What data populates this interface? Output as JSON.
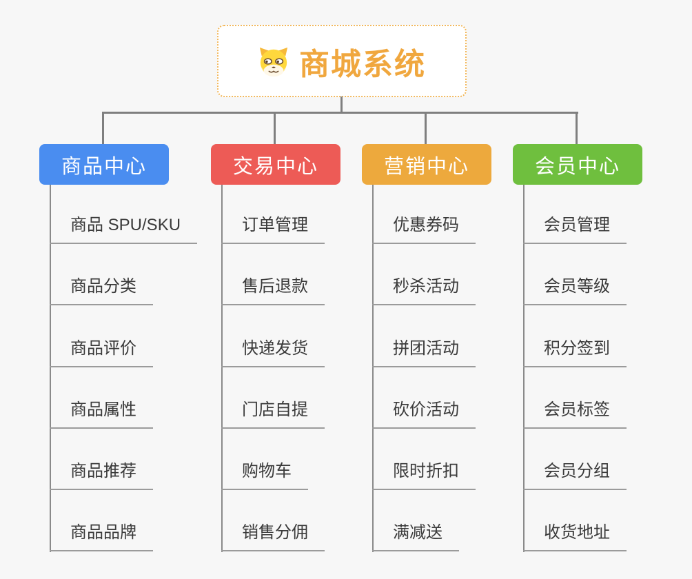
{
  "root": {
    "title": "商城系统",
    "icon": "dog-face-icon",
    "title_color": "#F0A73E",
    "border_color": "#F2B85C"
  },
  "branches": [
    {
      "title": "商品中心",
      "color": "#4A8DF0",
      "items": [
        "商品 SPU/SKU",
        "商品分类",
        "商品评价",
        "商品属性",
        "商品推荐",
        "商品品牌"
      ]
    },
    {
      "title": "交易中心",
      "color": "#ED5B56",
      "items": [
        "订单管理",
        "售后退款",
        "快递发货",
        "门店自提",
        "购物车",
        "销售分佣"
      ]
    },
    {
      "title": "营销中心",
      "color": "#EDA93D",
      "items": [
        "优惠券码",
        "秒杀活动",
        "拼团活动",
        "砍价活动",
        "限时折扣",
        "满减送"
      ]
    },
    {
      "title": "会员中心",
      "color": "#6FBF3E",
      "items": [
        "会员管理",
        "会员等级",
        "积分签到",
        "会员标签",
        "会员分组",
        "收货地址"
      ]
    }
  ],
  "theme": {
    "background": "#F7F7F7",
    "connector_color": "#7F7F7F",
    "underline_color": "#9B9B9B",
    "item_text_color": "#3A3A3A",
    "root_background": "#FFFFFF"
  }
}
